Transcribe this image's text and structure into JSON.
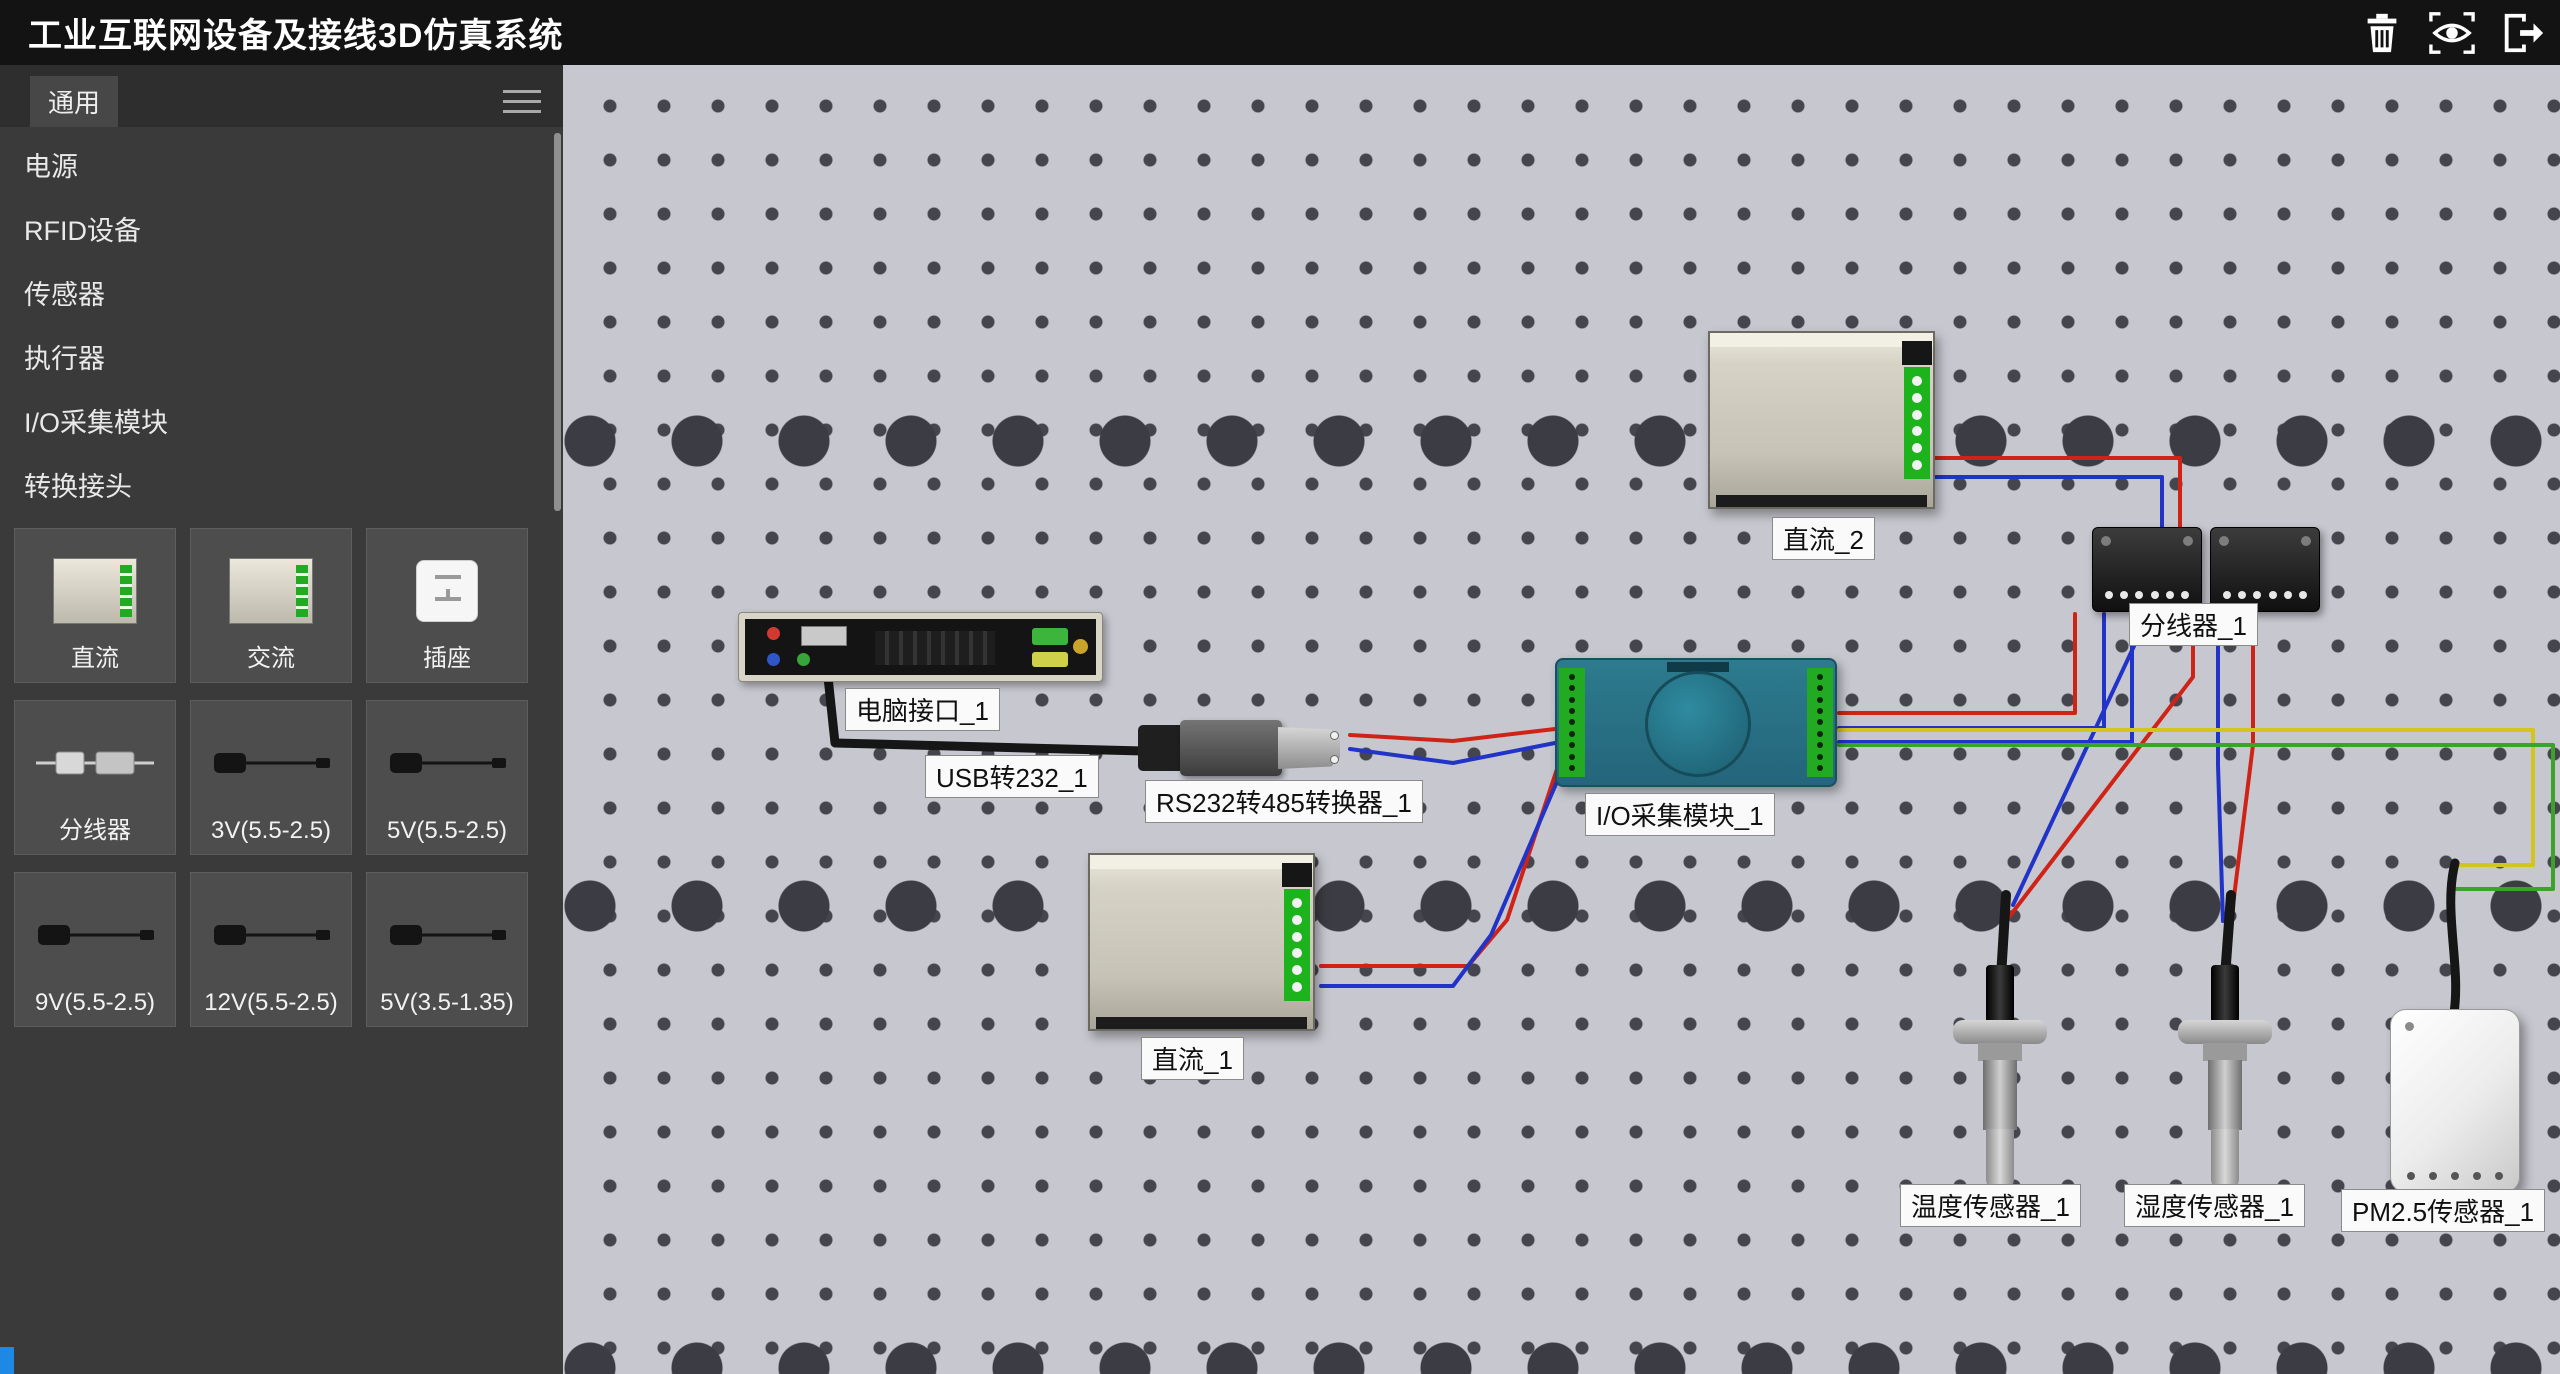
{
  "app": {
    "title": "工业互联网设备及接线3D仿真系统"
  },
  "toolbar": {
    "icons": [
      {
        "name": "trash-icon"
      },
      {
        "name": "view-eye-icon"
      },
      {
        "name": "exit-icon"
      }
    ]
  },
  "sidebar": {
    "tab": "通用",
    "menu_icon": "hamburger-icon",
    "categories": [
      "电源",
      "RFID设备",
      "传感器",
      "执行器",
      "I/O采集模块",
      "转换接头"
    ],
    "tiles": [
      {
        "label": "直流",
        "type": "psu"
      },
      {
        "label": "交流",
        "type": "psu"
      },
      {
        "label": "插座",
        "type": "socket"
      },
      {
        "label": "分线器",
        "type": "splitter"
      },
      {
        "label": "3V(5.5-2.5)",
        "type": "plug"
      },
      {
        "label": "5V(5.5-2.5)",
        "type": "plug"
      },
      {
        "label": "9V(5.5-2.5)",
        "type": "plug"
      },
      {
        "label": "12V(5.5-2.5)",
        "type": "plug"
      },
      {
        "label": "5V(3.5-1.35)",
        "type": "plug"
      }
    ]
  },
  "canvas": {
    "labels": {
      "dc2": "直流_2",
      "splitter1": "分线器_1",
      "pc1": "电脑接口_1",
      "usb1": "USB转232_1",
      "rs1": "RS232转485转换器_1",
      "io1": "I/O采集模块_1",
      "dc1": "直流_1",
      "temp1": "温度传感器_1",
      "humi1": "湿度传感器_1",
      "pm1": "PM2.5传感器_1"
    }
  },
  "colors": {
    "wire_red": "#cf2318",
    "wire_blue": "#2233c8",
    "wire_green": "#3ba32a",
    "wire_yellow": "#d4c41e",
    "terminal_green": "#22aa22",
    "module_teal": "#2d7b8e",
    "accent_blue": "#1e88e5",
    "canvas_bg": "#c7c7cf"
  }
}
